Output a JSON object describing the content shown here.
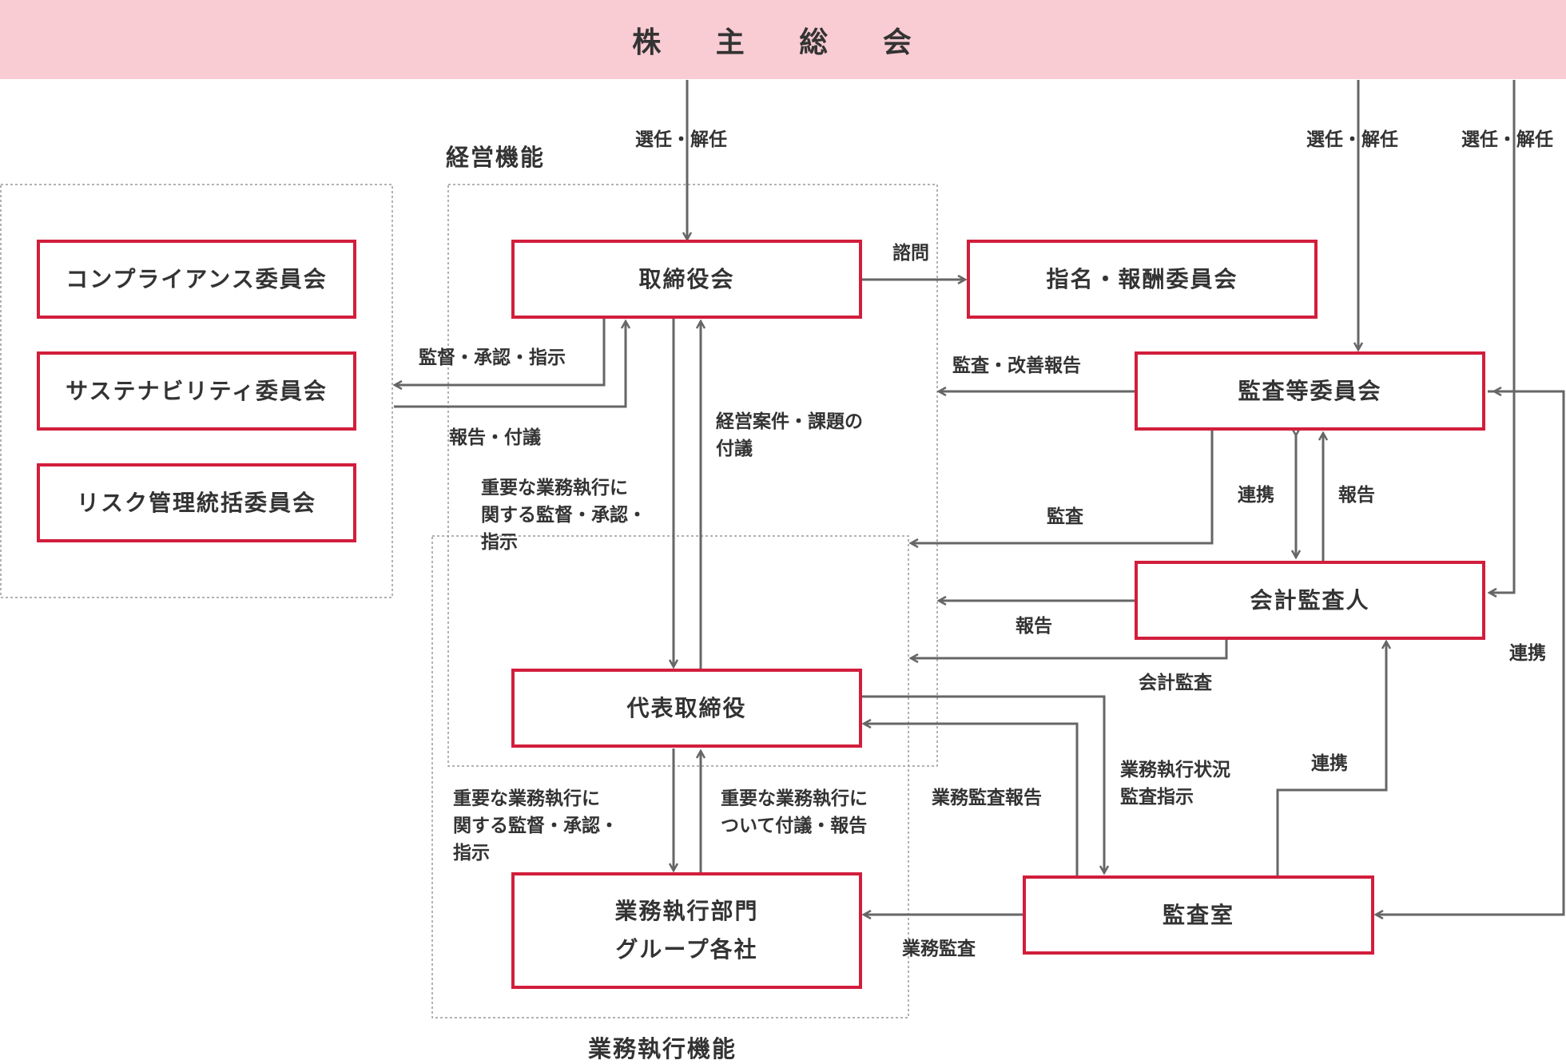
{
  "header": {
    "title": "株 主 総 会"
  },
  "sections": {
    "management": "経営機能",
    "execution": "業務執行機能"
  },
  "boxes": {
    "compliance": "コンプライアンス委員会",
    "sustainability": "サステナビリティ委員会",
    "risk": "リスク管理統括委員会",
    "board": "取締役会",
    "nomination": "指名・報酬委員会",
    "audit_committee": "監査等委員会",
    "accounting_auditor": "会計監査人",
    "representative": "代表取締役",
    "business_line1": "業務執行部門",
    "business_line2": "グループ各社",
    "audit_office": "監査室"
  },
  "labels": {
    "elect1": "選任・解任",
    "elect2": "選任・解任",
    "elect3": "選任・解任",
    "consult": "諮問",
    "supervise": "監督・承認・指示",
    "report_submit": "報告・付議",
    "audit_report": "監査・改善報告",
    "submit_issues": "経営案件・課題の\n付議",
    "important_supervise1": "重要な業務執行に\n関する監督・承認・\n指示",
    "audit": "監査",
    "coop1": "連携",
    "report1": "報告",
    "report2": "報告",
    "accounting_audit": "会計監査",
    "coop_right": "連携",
    "business_audit_report": "業務監査報告",
    "exec_status": "業務執行状況\n監査指示",
    "coop2": "連携",
    "important_supervise2": "重要な業務執行に\n関する監督・承認・\n指示",
    "important_report": "重要な業務執行に\nついて付議・報告",
    "business_audit": "業務監査"
  },
  "colors": {
    "banner": "#f9cbd3",
    "box_border": "#d21e3c",
    "line": "#666666",
    "dotted": "#999999"
  }
}
